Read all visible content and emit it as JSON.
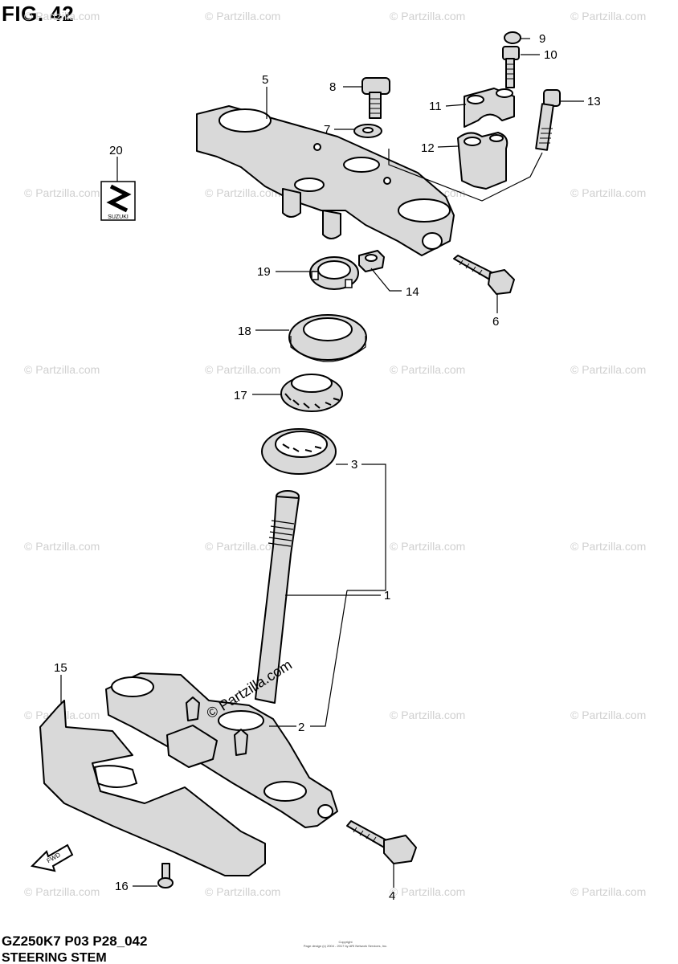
{
  "figure_title": "FIG. 42",
  "model_code": "GZ250K7 P03 P28_042",
  "section_name": "STEERING STEM",
  "copyright_line1": "Copyright",
  "copyright_line2": "Page design (c) 2004 - 2017 by ARI Network Services, Inc.",
  "watermark": "© Partzilla.com",
  "center_watermark": "© Partzilla.com",
  "emblem_text": "SUZUKI",
  "fwd_text": "FWD",
  "callouts": {
    "c1": "1",
    "c2": "2",
    "c3": "3",
    "c4": "4",
    "c5": "5",
    "c6": "6",
    "c7": "7",
    "c8": "8",
    "c9": "9",
    "c10": "10",
    "c11": "11",
    "c12": "12",
    "c13": "13",
    "c14": "14",
    "c15": "15",
    "c16": "16",
    "c17": "17",
    "c18": "18",
    "c19": "19",
    "c20": "20"
  }
}
